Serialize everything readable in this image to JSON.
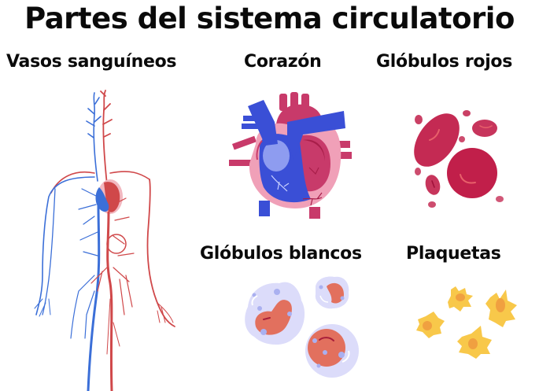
{
  "title": "Partes del sistema circulatorio",
  "sections": [
    {
      "id": "vasos",
      "label": "Vasos sanguíneos"
    },
    {
      "id": "corazon",
      "label": "Corazón"
    },
    {
      "id": "globulos-rojos",
      "label": "Glóbulos rojos"
    },
    {
      "id": "globulos-blancos",
      "label": "Glóbulos blancos"
    },
    {
      "id": "plaquetas",
      "label": "Plaquetas"
    }
  ],
  "colors": {
    "vein_blue": "#3b6fd8",
    "artery_red": "#d0484a",
    "heart_blue": "#3a4fd6",
    "heart_light_blue": "#8e9cf0",
    "heart_pink": "#f0a0b8",
    "heart_magenta": "#c83a6a",
    "heart_dark": "#a81e4a",
    "rbc": "#c11f4a",
    "rbc_light": "#e8606a",
    "wbc_cytoplasm": "#dcdcfa",
    "wbc_nucleus": "#e2705e",
    "wbc_granule": "#aab0f0",
    "platelet": "#f8c84a",
    "platelet_center": "#f0a040"
  }
}
